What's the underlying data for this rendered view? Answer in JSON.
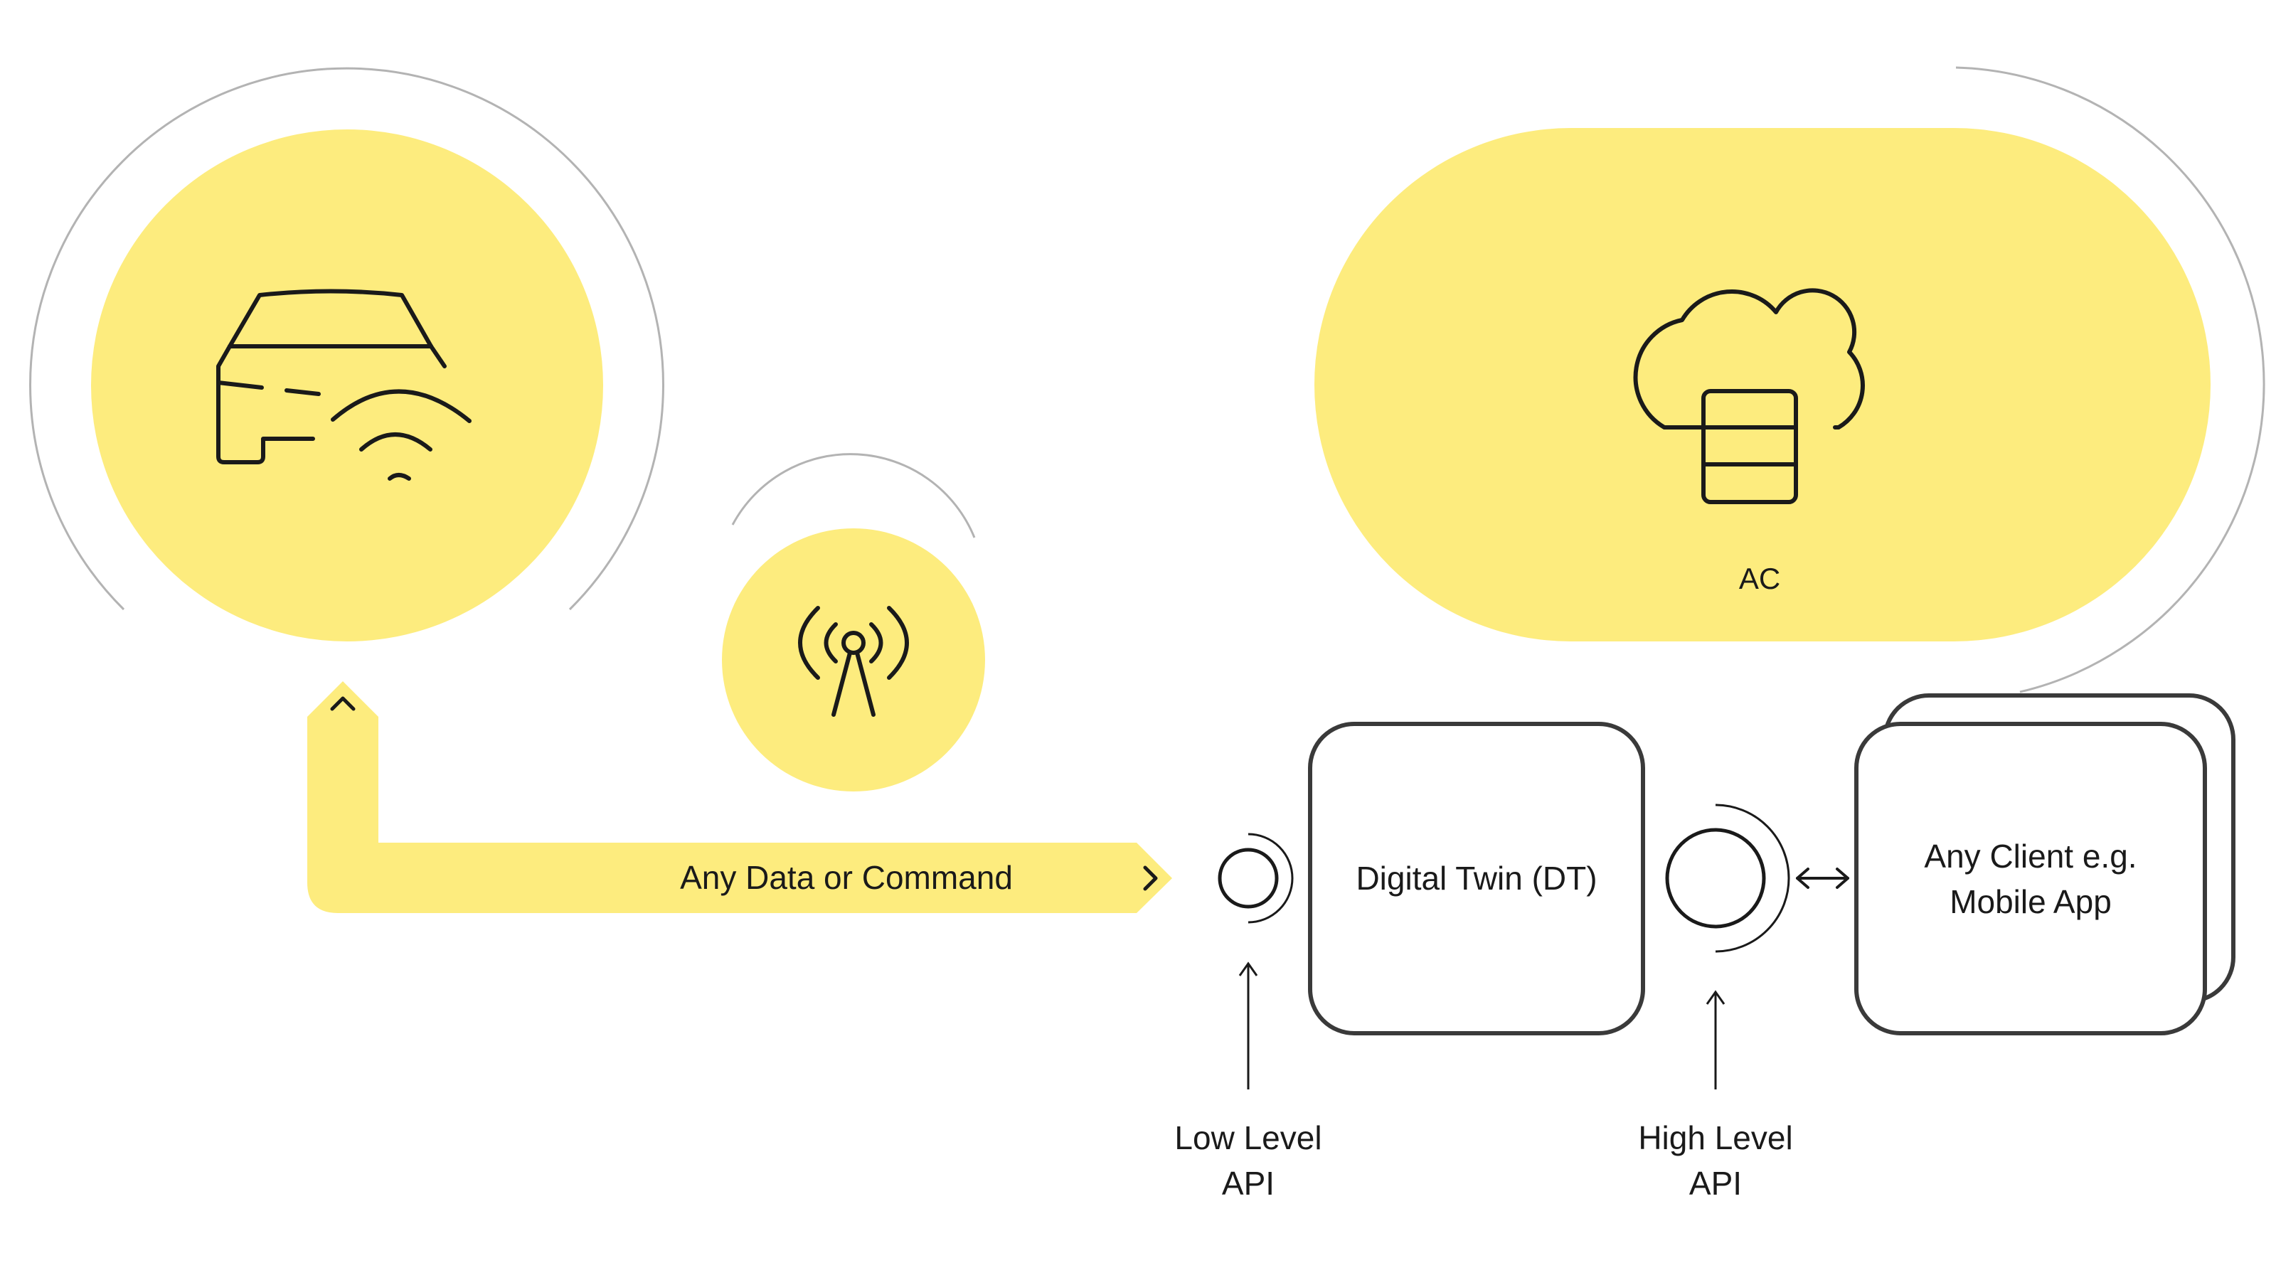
{
  "diagram": {
    "palette": {
      "yellow": "#FDEC7E",
      "ink": "#1a1a1a",
      "box_stroke": "#3a3a3a",
      "arc_grey": "#b3b3b3"
    },
    "nodes": {
      "vehicle": {
        "icon": "car-with-wireless-signal-icon"
      },
      "antenna": {
        "icon": "radio-tower-icon"
      },
      "cloud": {
        "label": "AC",
        "icon": "cloud-with-database-icon"
      },
      "digital_twin": {
        "label": "Digital Twin (DT)"
      },
      "client": {
        "label_line1": "Any Client e.g.",
        "label_line2": "Mobile App"
      }
    },
    "flow": {
      "label": "Any Data or Command",
      "start_icon": "chevron-up-icon",
      "end_icon": "chevron-right-icon"
    },
    "apis": {
      "low_level": {
        "line1": "Low Level",
        "line2": "API"
      },
      "high_level": {
        "line1": "High Level",
        "line2": "API"
      }
    },
    "connector_icon": "bidirectional-arrow-icon"
  }
}
